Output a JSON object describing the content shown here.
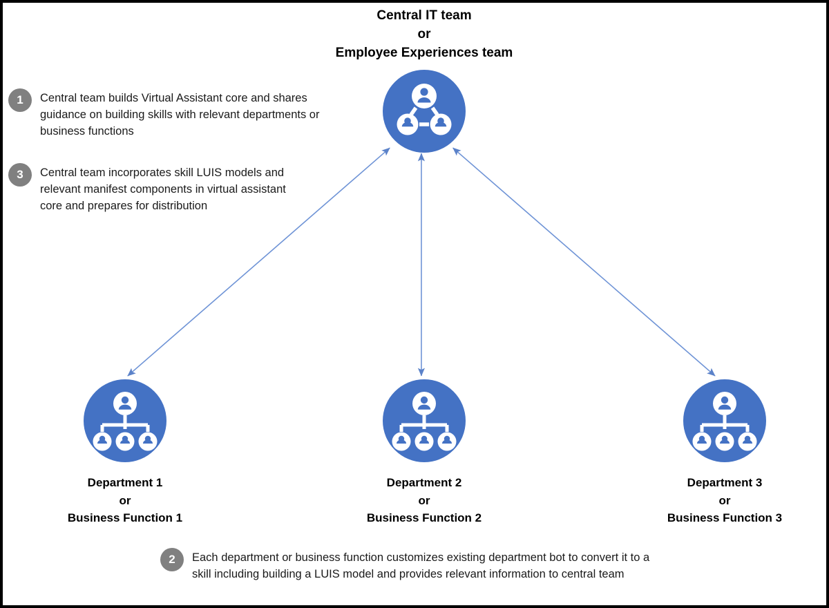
{
  "diagram": {
    "title_center": "Central IT team\nor\nEmployee Experiences team",
    "accent_blue": "#4472C4",
    "arrow_blue": "#6E93D6",
    "badge_gray": "#808080",
    "border_color": "#000000",
    "background": "#FFFFFF"
  },
  "nodes": [
    {
      "id": "center",
      "icon": "team-network-icon",
      "label": "Central IT team\nor\nEmployee Experiences team"
    },
    {
      "id": "dept1",
      "icon": "org-chart-icon",
      "label": "Department 1\nor\nBusiness Function 1"
    },
    {
      "id": "dept2",
      "icon": "org-chart-icon",
      "label": "Department 2\nor\nBusiness Function 2"
    },
    {
      "id": "dept3",
      "icon": "org-chart-icon",
      "label": "Department 3\nor\nBusiness Function 3"
    }
  ],
  "steps": [
    {
      "number": "1",
      "text": "Central team builds Virtual Assistant core and shares guidance on building skills with relevant departments or business functions"
    },
    {
      "number": "2",
      "text": "Each department or business function customizes existing department bot to convert it to a skill including building a LUIS model and provides relevant information to central team"
    },
    {
      "number": "3",
      "text": "Central team incorporates skill LUIS models and relevant manifest components in virtual assistant core and prepares for distribution"
    }
  ],
  "connectors": [
    {
      "id": "center-dept1",
      "from": "center",
      "to": "dept1",
      "style": "double-headed-arrow"
    },
    {
      "id": "center-dept2",
      "from": "center",
      "to": "dept2",
      "style": "double-headed-arrow"
    },
    {
      "id": "center-dept3",
      "from": "center",
      "to": "dept3",
      "style": "double-headed-arrow"
    }
  ]
}
